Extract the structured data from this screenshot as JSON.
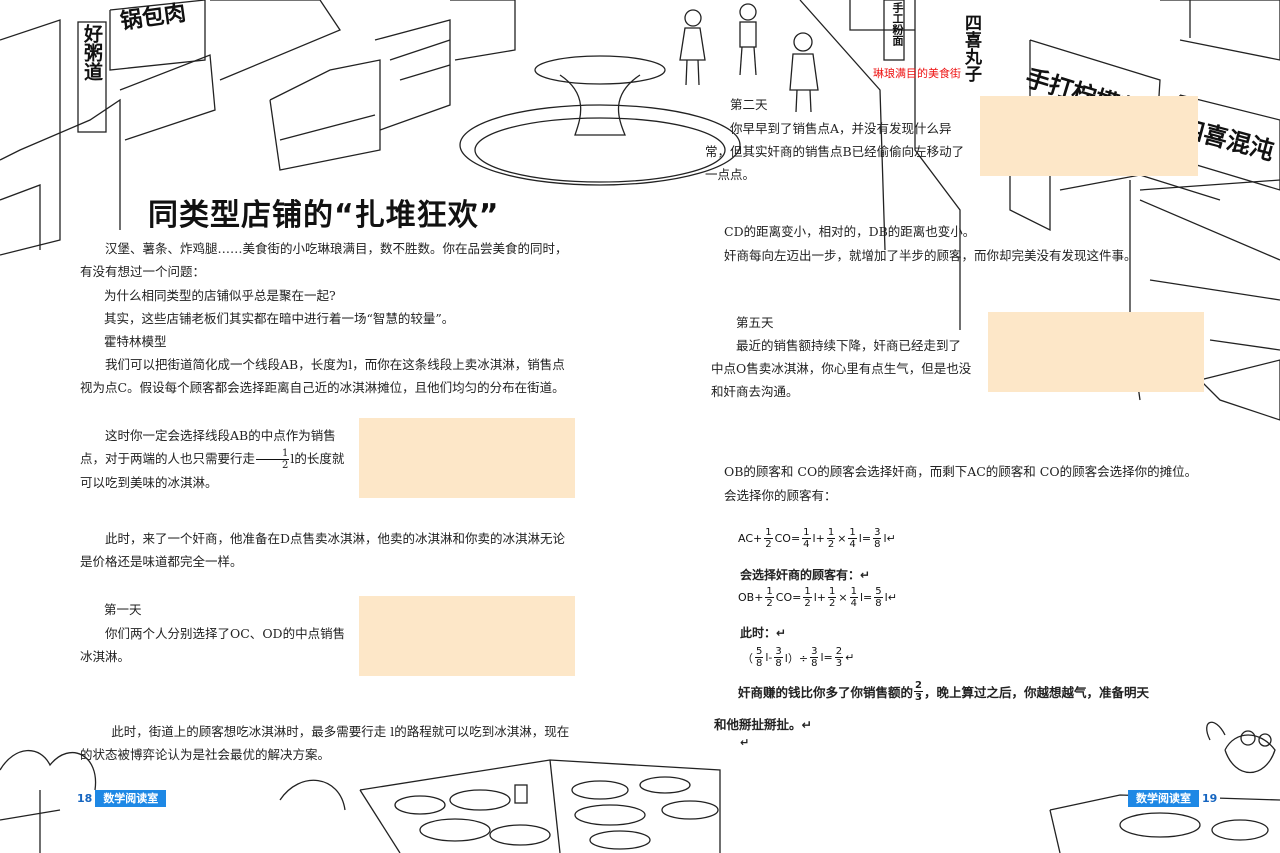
{
  "signs": {
    "haozhou": "好粥道",
    "guobaorou": "锅包肉",
    "shougong": "手工粉面",
    "sixi": "四喜丸子",
    "ningmeng": "手打柠檬茶",
    "hundun": "四喜混沌"
  },
  "red_note": "琳琅满目的美食街",
  "left": {
    "title": "同类型店铺的“扎堆狂欢”",
    "p1": "汉堡、薯条、炸鸡腿……美食街的小吃琳琅满目，数不胜数。你在品尝美食的同时，有没有想过一个问题：",
    "p2": "为什么相同类型的店铺似乎总是聚在一起?",
    "p3": "其实，这些店铺老板们其实都在暗中进行着一场“智慧的较量”。",
    "p4": "霍特林模型",
    "p5": "我们可以把街道简化成一个线段AB，长度为l，而你在这条线段上卖冰淇淋，销售点视为点C。假设每个顾客都会选择距离自己近的冰淇淋摊位，且他们均匀的分布在街道。",
    "p6a": "这时你一定会选择线段AB的中点作为销售点，对于两端的人也只需要行走",
    "p6_num": "1",
    "p6_den": "2",
    "p6b": "l的长度就可以吃到美味的冰淇淋。",
    "p7": "此时，来了一个奸商，他准备在D点售卖冰淇淋，他卖的冰淇淋和你卖的冰淇淋无论是价格还是味道都完全一样。",
    "day1": "第一天",
    "p8": "你们两个人分别选择了OC、OD的中点销售冰淇淋。",
    "p9": "此时，街道上的顾客想吃冰淇淋时，最多需要行走 l的路程就可以吃到冰淇淋，现在的状态被博弈论认为是社会最优的解决方案。",
    "page_num": "18",
    "page_label": "数学阅读室"
  },
  "right": {
    "day2": "第二天",
    "p1": "你早早到了销售点A，并没有发现什么异常，但其实奸商的销售点B已经偷偷向左移动了一点点。",
    "p2": "CD的距离变小，相对的，DB的距离也变小。",
    "p3": "奸商每向左迈出一步，就增加了半步的顾客，而你却完美没有发现这件事。",
    "day5": "第五天",
    "p4": "最近的销售额持续下降，奸商已经走到了中点O售卖冰淇淋，你心里有点生气，但是也没和奸商去沟通。",
    "p5": "OB的顾客和 CO的顾客会选择奸商，而剩下AC的顾客和 CO的顾客会选择你的摊位。",
    "p6": "会选择你的顾客有：",
    "f1": [
      "AC+",
      "1",
      "2",
      "CO=",
      "1",
      "4",
      "l+",
      "1",
      "2",
      "×",
      "1",
      "4",
      "l=",
      "3",
      "8",
      "l↵"
    ],
    "l2": "会选择奸商的顾客有：↵",
    "f2": [
      "OB+",
      "1",
      "2",
      "CO=",
      "1",
      "2",
      "l+",
      "1",
      "2",
      "×",
      "1",
      "4",
      "l=",
      "5",
      "8",
      "l↵"
    ],
    "l3": "此时：↵",
    "f3": [
      "（",
      "5",
      "8",
      "l-",
      "3",
      "8",
      "l）÷",
      "3",
      "8",
      "l=",
      "2",
      "3",
      "↵"
    ],
    "l4a": "奸商赚的钱比你多了你销售额的",
    "l4_num": "2",
    "l4_den": "3",
    "l4b": "，晚上算过之后，你越想越气，准备明天",
    "l5": "和他掰扯掰扯。↵",
    "l6": "↵",
    "page_num": "19",
    "page_label": "数学阅读室"
  }
}
